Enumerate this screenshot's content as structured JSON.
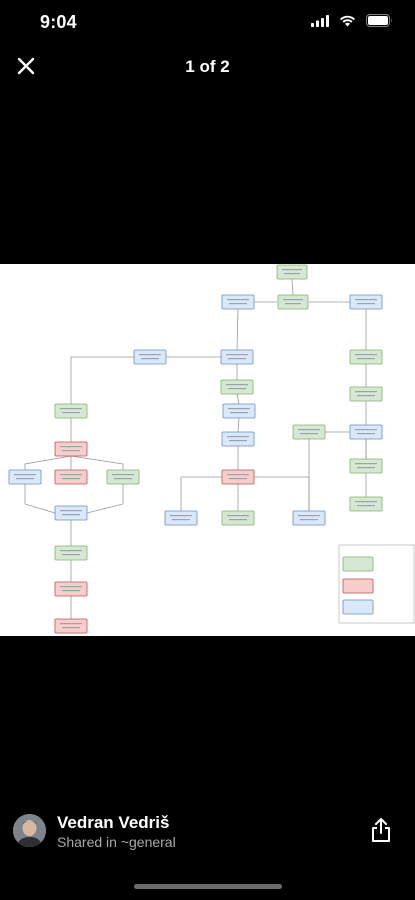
{
  "status_bar": {
    "time": "9:04",
    "icons": [
      "cellular-signal-icon",
      "wifi-icon",
      "battery-icon"
    ]
  },
  "viewer": {
    "page_indicator": "1 of 2",
    "close_icon": "close-icon",
    "image": {
      "type": "flowchart-diagram",
      "boxes": [
        {
          "color": "green"
        },
        {
          "color": "green"
        },
        {
          "color": "blue"
        },
        {
          "color": "blue"
        },
        {
          "color": "blue"
        },
        {
          "color": "blue"
        },
        {
          "color": "green"
        },
        {
          "color": "blue"
        },
        {
          "color": "green"
        },
        {
          "color": "blue"
        },
        {
          "color": "green"
        },
        {
          "color": "green"
        },
        {
          "color": "green"
        },
        {
          "color": "green"
        },
        {
          "color": "green"
        },
        {
          "color": "red"
        },
        {
          "color": "blue"
        },
        {
          "color": "red"
        },
        {
          "color": "green"
        },
        {
          "color": "red"
        },
        {
          "color": "blue"
        },
        {
          "color": "blue"
        },
        {
          "color": "green"
        },
        {
          "color": "blue"
        },
        {
          "color": "green"
        },
        {
          "color": "red"
        },
        {
          "color": "red"
        },
        {
          "color": "blue"
        },
        {
          "color": "green"
        },
        {
          "color": "green"
        },
        {
          "color": "red"
        },
        {
          "color": "blue"
        }
      ],
      "colors": {
        "green_fill": "#d5e8d4",
        "green_stroke": "#82b366",
        "blue_fill": "#dae8fc",
        "blue_stroke": "#6c8ebf",
        "red_fill": "#f8cecc",
        "red_stroke": "#b85450"
      }
    }
  },
  "footer": {
    "user_name": "Vedran Vedriš",
    "shared_in": "Shared in ~general",
    "share_icon": "share-icon"
  }
}
